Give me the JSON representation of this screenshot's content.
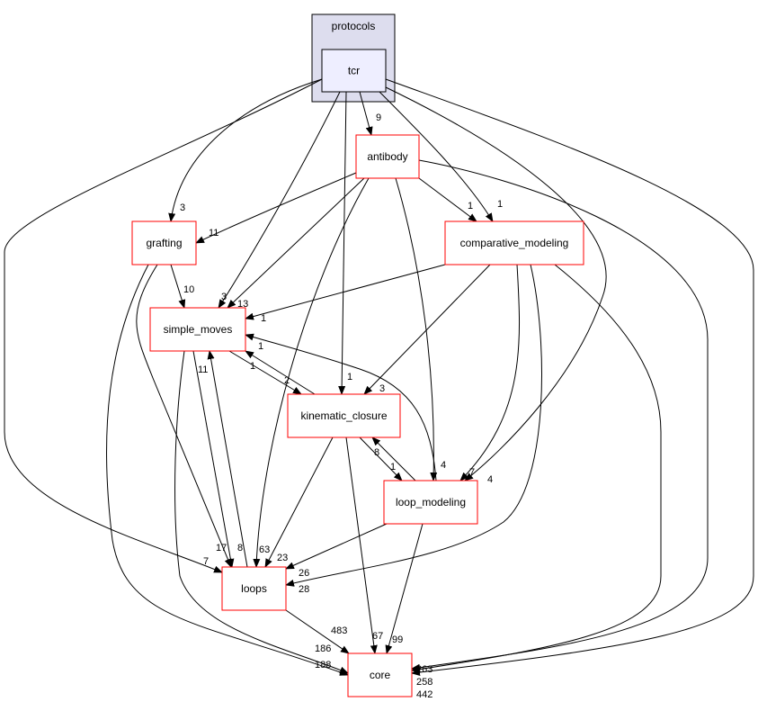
{
  "cluster": {
    "label": "protocols",
    "fill": "#ddddee"
  },
  "focus_node": {
    "id": "tcr",
    "label": "tcr",
    "fill": "#eeeeff"
  },
  "nodes": [
    {
      "id": "antibody",
      "label": "antibody"
    },
    {
      "id": "grafting",
      "label": "grafting"
    },
    {
      "id": "comparative_modeling",
      "label": "comparative_modeling"
    },
    {
      "id": "simple_moves",
      "label": "simple_moves"
    },
    {
      "id": "kinematic_closure",
      "label": "kinematic_closure"
    },
    {
      "id": "loop_modeling",
      "label": "loop_modeling"
    },
    {
      "id": "loops",
      "label": "loops"
    },
    {
      "id": "core",
      "label": "core"
    }
  ],
  "colors": {
    "node_border": "#ff0000",
    "focus_border": "#000000",
    "edge": "#000000"
  },
  "edges": [
    {
      "from": "tcr",
      "to": "antibody",
      "label": "9"
    },
    {
      "from": "tcr",
      "to": "grafting",
      "label": "3"
    },
    {
      "from": "tcr",
      "to": "simple_moves",
      "label": "3"
    },
    {
      "from": "tcr",
      "to": "kinematic_closure",
      "label": "1"
    },
    {
      "from": "tcr",
      "to": "comparative_modeling",
      "label": "1"
    },
    {
      "from": "tcr",
      "to": "loop_modeling",
      "label": "4"
    },
    {
      "from": "tcr",
      "to": "core",
      "label": "442"
    },
    {
      "from": "tcr",
      "to": "loops",
      "label": "7"
    },
    {
      "from": "antibody",
      "to": "grafting",
      "label": "11"
    },
    {
      "from": "antibody",
      "to": "simple_moves",
      "label": "13"
    },
    {
      "from": "antibody",
      "to": "comparative_modeling",
      "label": "1"
    },
    {
      "from": "antibody",
      "to": "loops",
      "label": "63"
    },
    {
      "from": "antibody",
      "to": "loop_modeling",
      "label": "4"
    },
    {
      "from": "antibody",
      "to": "core",
      "label": "258"
    },
    {
      "from": "grafting",
      "to": "simple_moves",
      "label": "10"
    },
    {
      "from": "grafting",
      "to": "loops",
      "label": "17"
    },
    {
      "from": "grafting",
      "to": "core",
      "label": "186"
    },
    {
      "from": "comparative_modeling",
      "to": "simple_moves",
      "label": "1"
    },
    {
      "from": "comparative_modeling",
      "to": "kinematic_closure",
      "label": "3"
    },
    {
      "from": "comparative_modeling",
      "to": "loop_modeling",
      "label": "7"
    },
    {
      "from": "comparative_modeling",
      "to": "loops",
      "label": "28"
    },
    {
      "from": "comparative_modeling",
      "to": "core",
      "label": "263"
    },
    {
      "from": "simple_moves",
      "to": "kinematic_closure",
      "label": "2"
    },
    {
      "from": "simple_moves",
      "to": "loops",
      "label": "8"
    },
    {
      "from": "simple_moves",
      "to": "core",
      "label": "188"
    },
    {
      "from": "kinematic_closure",
      "to": "simple_moves",
      "label": "1"
    },
    {
      "from": "loops",
      "to": "simple_moves",
      "label": "11"
    },
    {
      "from": "loop_modeling",
      "to": "simple_moves",
      "label": "1"
    },
    {
      "from": "kinematic_closure",
      "to": "loop_modeling",
      "label": "1"
    },
    {
      "from": "loop_modeling",
      "to": "kinematic_closure",
      "label": "8"
    },
    {
      "from": "kinematic_closure",
      "to": "loops",
      "label": "23"
    },
    {
      "from": "kinematic_closure",
      "to": "core",
      "label": "67"
    },
    {
      "from": "loop_modeling",
      "to": "loops",
      "label": "26"
    },
    {
      "from": "loop_modeling",
      "to": "core",
      "label": "99"
    },
    {
      "from": "loops",
      "to": "core",
      "label": "483"
    }
  ]
}
